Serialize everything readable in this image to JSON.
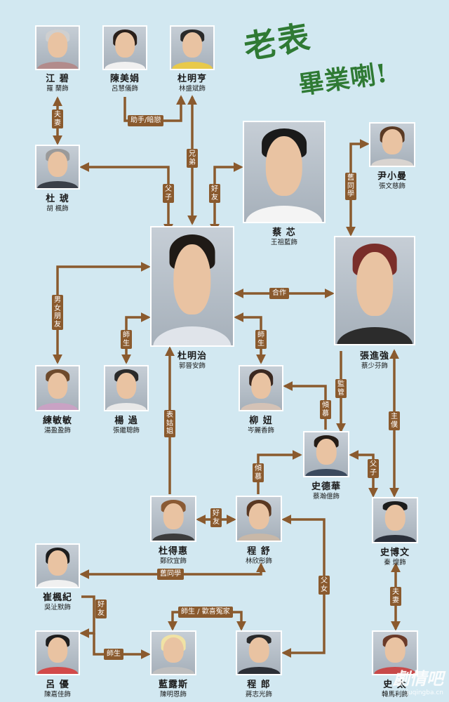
{
  "title": {
    "line1": "老表",
    "line2": "畢業喇!"
  },
  "colors": {
    "background": "#d2e8f1",
    "line": "#8a5a2e",
    "title_green": "#2f7a34"
  },
  "characters": [
    {
      "id": "jiang",
      "name": "江 碧",
      "actor": "羅 蘭飾"
    },
    {
      "id": "chenmeijuan",
      "name": "陳美娟",
      "actor": "呂慧儀飾"
    },
    {
      "id": "dumingheng",
      "name": "杜明亨",
      "actor": "林盛斌飾"
    },
    {
      "id": "duhu",
      "name": "杜 琥",
      "actor": "胡 楓飾"
    },
    {
      "id": "caixin",
      "name": "蔡 芯",
      "actor": "王祖藍飾"
    },
    {
      "id": "yinxiaoman",
      "name": "尹小曼",
      "actor": "張文慈飾"
    },
    {
      "id": "dumingzhi",
      "name": "杜明治",
      "actor": "郭晉安飾"
    },
    {
      "id": "zhangjinqiang",
      "name": "張進強",
      "actor": "蔡少芬飾"
    },
    {
      "id": "lianminmin",
      "name": "練敏敏",
      "actor": "湯盈盈飾"
    },
    {
      "id": "yangguo",
      "name": "楊 過",
      "actor": "張繼聰飾"
    },
    {
      "id": "liuniu",
      "name": "柳 妞",
      "actor": "岑麗香飾"
    },
    {
      "id": "shidehua",
      "name": "史德華",
      "actor": "蔡瀚億飾"
    },
    {
      "id": "dudehui",
      "name": "杜得惠",
      "actor": "鄭欣宜飾"
    },
    {
      "id": "chengshu",
      "name": "程 舒",
      "actor": "林欣彤飾"
    },
    {
      "id": "shibowen",
      "name": "史博文",
      "actor": "秦 煌飾"
    },
    {
      "id": "cuifengji",
      "name": "崔楓紀",
      "actor": "吳沚默飾"
    },
    {
      "id": "lvyou",
      "name": "呂 優",
      "actor": "陳嘉佳飾"
    },
    {
      "id": "lanlusi",
      "name": "藍露斯",
      "actor": "陳明恩飾"
    },
    {
      "id": "chenglang",
      "name": "程 郎",
      "actor": "蔣志光飾"
    },
    {
      "id": "shitai",
      "name": "史 太",
      "actor": "韓馬利飾"
    }
  ],
  "relations": [
    {
      "id": "fuqi1",
      "label": "夫妻"
    },
    {
      "id": "zhushou",
      "label": "助手/暗戀"
    },
    {
      "id": "xiongdi",
      "label": "兄弟"
    },
    {
      "id": "fuzi1",
      "label": "父子"
    },
    {
      "id": "haoyou1",
      "label": "好友"
    },
    {
      "id": "jiutongxue1",
      "label": "舊同學"
    },
    {
      "id": "hezuo",
      "label": "合作"
    },
    {
      "id": "nannvpengyou",
      "label": "男女朋友"
    },
    {
      "id": "shisheng1",
      "label": "師生"
    },
    {
      "id": "shisheng2",
      "label": "師生"
    },
    {
      "id": "jianguan",
      "label": "監管"
    },
    {
      "id": "qingmu1",
      "label": "傾慕"
    },
    {
      "id": "biaoguzi",
      "label": "表姑姐"
    },
    {
      "id": "zhupu",
      "label": "主僕"
    },
    {
      "id": "qingmu2",
      "label": "傾慕"
    },
    {
      "id": "fuzi2",
      "label": "父子"
    },
    {
      "id": "haoyou2",
      "label": "好友"
    },
    {
      "id": "jiutongxue2",
      "label": "舊同學"
    },
    {
      "id": "funv",
      "label": "父女"
    },
    {
      "id": "haoyou3",
      "label": "好友"
    },
    {
      "id": "shisheng3",
      "label": "師生"
    },
    {
      "id": "shisheng_huanxi",
      "label": "師生 / 歡喜冤家"
    },
    {
      "id": "fuqi2",
      "label": "夫妻"
    }
  ],
  "watermark": {
    "text": "劇情吧",
    "url": "juqingba.cn"
  }
}
